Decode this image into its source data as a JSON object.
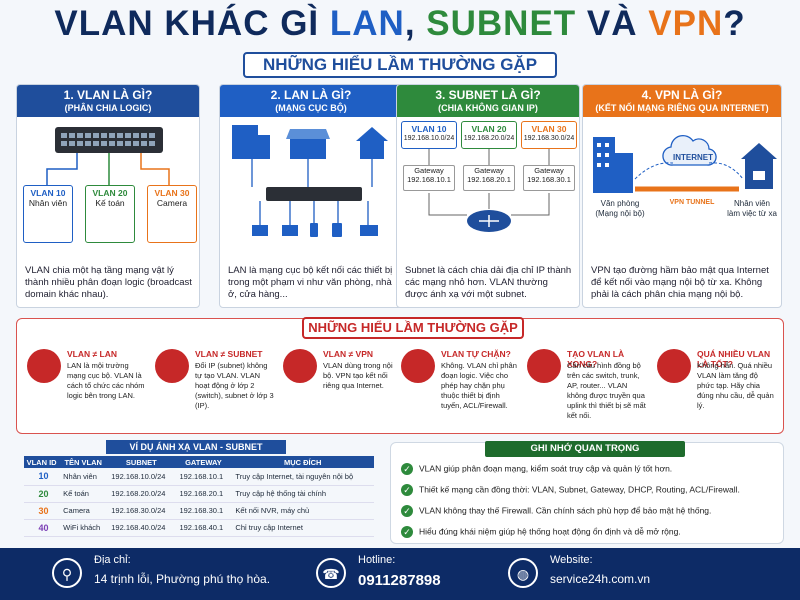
{
  "header": {
    "t1": "VLAN KHÁC GÌ ",
    "t_lan": "LAN",
    "t_comma": ", ",
    "t_subnet": "SUBNET",
    "t_and": " VÀ ",
    "t_vpn": "VPN",
    "t_q": "?",
    "subtitle": "NHỮNG HIỂU LẦM THƯỜNG GẶP"
  },
  "columns": [
    {
      "title": "1. VLAN LÀ GÌ?",
      "sub": "(PHÂN CHIA LOGIC)",
      "boxes": [
        {
          "name": "VLAN 10",
          "label": "Nhân viên",
          "color": "#1f5fc4"
        },
        {
          "name": "VLAN 20",
          "label": "Kế toán",
          "color": "#2e8a3c"
        },
        {
          "name": "VLAN 30",
          "label": "Camera",
          "color": "#e8731a"
        }
      ],
      "desc": "VLAN chia một hạ tầng mạng vật lý thành nhiều phân đoạn logic (broadcast domain khác nhau)."
    },
    {
      "title": "2. LAN LÀ GÌ?",
      "sub": "(MẠNG CỤC BỘ)",
      "desc": "LAN là mạng cục bộ kết nối các thiết bị trong một phạm vi như văn phòng, nhà ở, cửa hàng..."
    },
    {
      "title": "3. SUBNET LÀ GÌ?",
      "sub": "(CHIA KHÔNG GIAN IP)",
      "boxes": [
        {
          "name": "VLAN 10",
          "ip": "192.168.10.0/24",
          "gw": "Gateway",
          "gwip": "192.168.10.1",
          "color": "#1f5fc4"
        },
        {
          "name": "VLAN 20",
          "ip": "192.168.20.0/24",
          "gw": "Gateway",
          "gwip": "192.168.20.1",
          "color": "#2e8a3c"
        },
        {
          "name": "VLAN 30",
          "ip": "192.168.30.0/24",
          "gw": "Gateway",
          "gwip": "192.168.30.1",
          "color": "#e8731a"
        }
      ],
      "desc": "Subnet là cách chia dải địa chỉ IP thành các mạng nhỏ hơn. VLAN thường được ánh xạ với một subnet."
    },
    {
      "title": "4. VPN LÀ GÌ?",
      "sub": "(KẾT NỐI MẠNG RIÊNG QUA INTERNET)",
      "internet": "INTERNET",
      "tunnel": "VPN TUNNEL",
      "office": "Văn phòng\n(Mạng nội bộ)",
      "remote": "Nhân viên\nlàm việc từ xa",
      "desc": "VPN tạo đường hầm bảo mật qua Internet để kết nối vào mạng nội bộ từ xa. Không phải là cách phân chia mạng nội bộ."
    }
  ],
  "misconceptions": {
    "title": "NHỮNG HIỂU LẦM THƯỜNG GẶP",
    "items": [
      {
        "icon": "network-icon",
        "head": "VLAN ≠ LAN",
        "text": "LAN là mội trường mạng cục bộ. VLAN là cách tổ chức các nhóm logic bên trong LAN."
      },
      {
        "icon": "ip-icon",
        "head": "VLAN ≠ SUBNET",
        "text": "Đổi IP (subnet) không tự tạo VLAN. VLAN hoạt động ở lớp 2 (switch), subnet ở lớp 3 (IP)."
      },
      {
        "icon": "lock-icon",
        "head": "VLAN ≠ VPN",
        "text": "VLAN dùng trong nội bộ. VPN tạo kết nối riêng qua Internet."
      },
      {
        "icon": "shield-x-icon",
        "head": "VLAN TỰ CHẶN?",
        "text": "Không. VLAN chỉ phân đoạn logic. Việc cho phép hay chặn phụ thuộc thiết bị định tuyến, ACL/Firewall."
      },
      {
        "icon": "switch-icon",
        "head": "TẠO VLAN LÀ XONG?",
        "text": "Cần cấu hình đồng bộ trên các switch, trunk, AP, router... VLAN không được truyền qua uplink thì thiết bị sẽ mất kết nối."
      },
      {
        "icon": "checklist-icon",
        "head": "QUÁ NHIỀU VLAN LÀ TỐT?",
        "text": "Không hẳn. Quá nhiều VLAN làm tăng độ phức tạp. Hãy chia đúng nhu cầu, dễ quản lý."
      }
    ]
  },
  "mapping": {
    "title": "VÍ DỤ ÁNH XẠ VLAN - SUBNET",
    "headers": [
      "VLAN ID",
      "TÊN VLAN",
      "SUBNET",
      "GATEWAY",
      "MỤC ĐÍCH"
    ],
    "rows": [
      [
        "10",
        "Nhân viên",
        "192.168.10.0/24",
        "192.168.10.1",
        "Truy cập Internet, tài nguyên nội bộ"
      ],
      [
        "20",
        "Kế toán",
        "192.168.20.0/24",
        "192.168.20.1",
        "Truy cập hệ thống tài chính"
      ],
      [
        "30",
        "Camera",
        "192.168.30.0/24",
        "192.168.30.1",
        "Kết nối NVR, máy chủ"
      ],
      [
        "40",
        "WiFi khách",
        "192.168.40.0/24",
        "192.168.40.1",
        "Chỉ truy cập Internet"
      ]
    ],
    "id_colors": [
      "#1f5fc4",
      "#2e8a3c",
      "#e8731a",
      "#7b3fb5"
    ]
  },
  "notes": {
    "title": "GHI NHỚ QUAN TRỌNG",
    "items": [
      "VLAN giúp phân đoạn mạng, kiểm soát truy cập và quản lý tốt hơn.",
      "Thiết kế mạng cần đồng thời: VLAN, Subnet, Gateway, DHCP, Routing, ACL/Firewall.",
      "VLAN không thay thế Firewall. Cần chính sách phù hợp để bảo mật hệ thống.",
      "Hiểu đúng khái niệm giúp hệ thống hoạt động ổn định và dễ mở rộng."
    ]
  },
  "footer": {
    "address_label": "Địa chỉ:",
    "address": "14 trịnh lỗi, Phường phú thọ hòa.",
    "hotline_label": "Hotline:",
    "hotline": "0911287898",
    "website_label": "Website:",
    "website": "service24h.com.vn"
  }
}
